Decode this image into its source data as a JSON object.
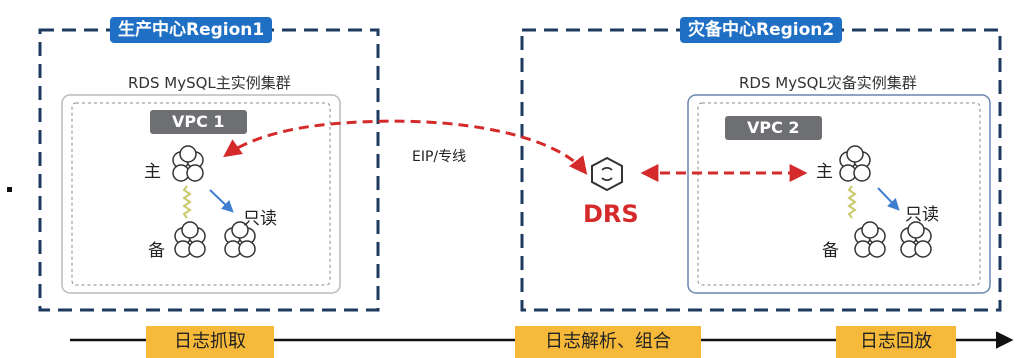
{
  "regions": {
    "primary": {
      "title": "生产中心Region1",
      "cluster": "RDS MySQL主实例集群",
      "vpc": "VPC 1"
    },
    "dr": {
      "title": "灾备中心Region2",
      "cluster": "RDS MySQL灾备实例集群",
      "vpc": "VPC 2"
    }
  },
  "roles": {
    "master": "主",
    "readonly": "只读",
    "standby": "备"
  },
  "link": {
    "label": "EIP/专线"
  },
  "service": {
    "name": "DRS",
    "icon": "drs-icon"
  },
  "timeline": {
    "stages": [
      "日志抓取",
      "日志解析、组合",
      "日志回放"
    ]
  },
  "colors": {
    "region_border": "#1f3a60",
    "accent": "#1f6fc5",
    "arrow": "#d42a2a",
    "stage": "#f6b93a",
    "vpc": "#6d6f72"
  }
}
